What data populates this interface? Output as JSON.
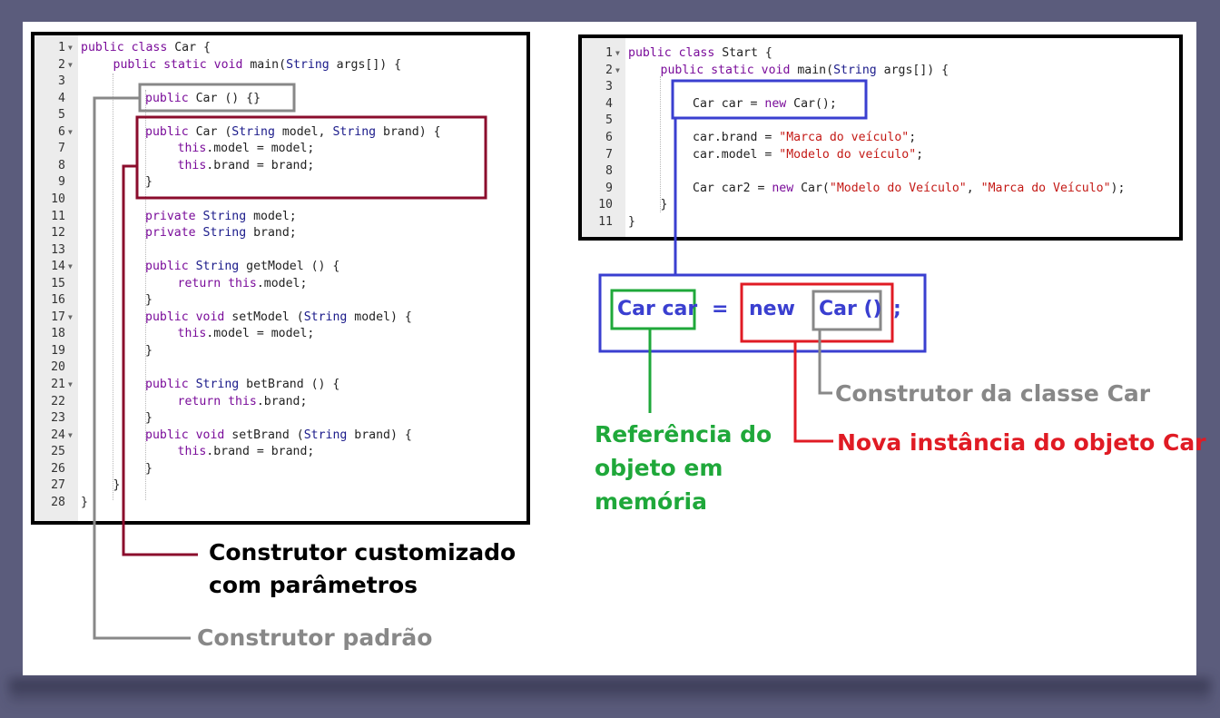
{
  "left_code": {
    "lines": [
      {
        "n": "1",
        "fold": "▼",
        "indent": 0,
        "parts": [
          [
            "kw",
            "public class "
          ],
          [
            "",
            "Car {"
          ]
        ]
      },
      {
        "n": "2",
        "fold": "▼",
        "indent": 1,
        "parts": [
          [
            "kw",
            "public static void "
          ],
          [
            "",
            "main("
          ],
          [
            "ty",
            "String "
          ],
          [
            "",
            "args[]) {"
          ]
        ]
      },
      {
        "n": "3",
        "fold": "",
        "indent": 0,
        "parts": []
      },
      {
        "n": "4",
        "fold": "",
        "indent": 2,
        "parts": [
          [
            "kw",
            "public "
          ],
          [
            "",
            "Car () {}"
          ]
        ]
      },
      {
        "n": "5",
        "fold": "",
        "indent": 0,
        "parts": []
      },
      {
        "n": "6",
        "fold": "▼",
        "indent": 2,
        "parts": [
          [
            "kw",
            "public "
          ],
          [
            "",
            "Car ("
          ],
          [
            "ty",
            "String "
          ],
          [
            "",
            "model, "
          ],
          [
            "ty",
            "String "
          ],
          [
            "",
            "brand) {"
          ]
        ]
      },
      {
        "n": "7",
        "fold": "",
        "indent": 3,
        "parts": [
          [
            "kw",
            "this"
          ],
          [
            "",
            ".model = model;"
          ]
        ]
      },
      {
        "n": "8",
        "fold": "",
        "indent": 3,
        "parts": [
          [
            "kw",
            "this"
          ],
          [
            "",
            ".brand = brand;"
          ]
        ]
      },
      {
        "n": "9",
        "fold": "",
        "indent": 2,
        "parts": [
          [
            "",
            "}"
          ]
        ]
      },
      {
        "n": "10",
        "fold": "",
        "indent": 0,
        "parts": []
      },
      {
        "n": "11",
        "fold": "",
        "indent": 2,
        "parts": [
          [
            "kw",
            "private "
          ],
          [
            "ty",
            "String "
          ],
          [
            "",
            "model;"
          ]
        ]
      },
      {
        "n": "12",
        "fold": "",
        "indent": 2,
        "parts": [
          [
            "kw",
            "private "
          ],
          [
            "ty",
            "String "
          ],
          [
            "",
            "brand;"
          ]
        ]
      },
      {
        "n": "13",
        "fold": "",
        "indent": 0,
        "parts": []
      },
      {
        "n": "14",
        "fold": "▼",
        "indent": 2,
        "parts": [
          [
            "kw",
            "public "
          ],
          [
            "ty",
            "String "
          ],
          [
            "",
            "getModel () {"
          ]
        ]
      },
      {
        "n": "15",
        "fold": "",
        "indent": 3,
        "parts": [
          [
            "kw",
            "return this"
          ],
          [
            "",
            ".model;"
          ]
        ]
      },
      {
        "n": "16",
        "fold": "",
        "indent": 2,
        "parts": [
          [
            "",
            "}"
          ]
        ]
      },
      {
        "n": "17",
        "fold": "▼",
        "indent": 2,
        "parts": [
          [
            "kw",
            "public void "
          ],
          [
            "",
            "setModel ("
          ],
          [
            "ty",
            "String "
          ],
          [
            "",
            "model) {"
          ]
        ]
      },
      {
        "n": "18",
        "fold": "",
        "indent": 3,
        "parts": [
          [
            "kw",
            "this"
          ],
          [
            "",
            ".model = model;"
          ]
        ]
      },
      {
        "n": "19",
        "fold": "",
        "indent": 2,
        "parts": [
          [
            "",
            "}"
          ]
        ]
      },
      {
        "n": "20",
        "fold": "",
        "indent": 0,
        "parts": []
      },
      {
        "n": "21",
        "fold": "▼",
        "indent": 2,
        "parts": [
          [
            "kw",
            "public "
          ],
          [
            "ty",
            "String "
          ],
          [
            "",
            "betBrand () {"
          ]
        ]
      },
      {
        "n": "22",
        "fold": "",
        "indent": 3,
        "parts": [
          [
            "kw",
            "return this"
          ],
          [
            "",
            ".brand;"
          ]
        ]
      },
      {
        "n": "23",
        "fold": "",
        "indent": 2,
        "parts": [
          [
            "",
            "}"
          ]
        ]
      },
      {
        "n": "24",
        "fold": "▼",
        "indent": 2,
        "parts": [
          [
            "kw",
            "public void "
          ],
          [
            "",
            "setBrand ("
          ],
          [
            "ty",
            "String "
          ],
          [
            "",
            "brand) {"
          ]
        ]
      },
      {
        "n": "25",
        "fold": "",
        "indent": 3,
        "parts": [
          [
            "kw",
            "this"
          ],
          [
            "",
            ".brand = brand;"
          ]
        ]
      },
      {
        "n": "26",
        "fold": "",
        "indent": 2,
        "parts": [
          [
            "",
            "}"
          ]
        ]
      },
      {
        "n": "27",
        "fold": "",
        "indent": 1,
        "parts": [
          [
            "",
            "}"
          ]
        ]
      },
      {
        "n": "28",
        "fold": "",
        "indent": 0,
        "parts": [
          [
            "",
            "}"
          ]
        ]
      }
    ]
  },
  "right_code": {
    "lines": [
      {
        "n": "1",
        "fold": "▼",
        "indent": 0,
        "parts": [
          [
            "kw",
            "public class "
          ],
          [
            "",
            "Start {"
          ]
        ]
      },
      {
        "n": "2",
        "fold": "▼",
        "indent": 1,
        "parts": [
          [
            "kw",
            "public static void "
          ],
          [
            "",
            "main("
          ],
          [
            "ty",
            "String "
          ],
          [
            "",
            "args[]) {"
          ]
        ]
      },
      {
        "n": "3",
        "fold": "",
        "indent": 0,
        "parts": []
      },
      {
        "n": "4",
        "fold": "",
        "indent": 2,
        "parts": [
          [
            "",
            "Car car = "
          ],
          [
            "kw",
            "new "
          ],
          [
            "",
            "Car();"
          ]
        ]
      },
      {
        "n": "5",
        "fold": "",
        "indent": 0,
        "parts": []
      },
      {
        "n": "6",
        "fold": "",
        "indent": 2,
        "parts": [
          [
            "",
            "car.brand = "
          ],
          [
            "str",
            "\"Marca do veículo\""
          ],
          [
            "",
            ";"
          ]
        ]
      },
      {
        "n": "7",
        "fold": "",
        "indent": 2,
        "parts": [
          [
            "",
            "car.model = "
          ],
          [
            "str",
            "\"Modelo do veículo\""
          ],
          [
            "",
            ";"
          ]
        ]
      },
      {
        "n": "8",
        "fold": "",
        "indent": 0,
        "parts": []
      },
      {
        "n": "9",
        "fold": "",
        "indent": 2,
        "parts": [
          [
            "",
            "Car car2 = "
          ],
          [
            "kw",
            "new "
          ],
          [
            "",
            "Car("
          ],
          [
            "str",
            "\"Modelo do Veículo\""
          ],
          [
            "",
            ", "
          ],
          [
            "str",
            "\"Marca do Veículo\""
          ],
          [
            "",
            ");"
          ]
        ]
      },
      {
        "n": "10",
        "fold": "",
        "indent": 1,
        "parts": [
          [
            "",
            "}"
          ]
        ]
      },
      {
        "n": "11",
        "fold": "",
        "indent": 0,
        "parts": [
          [
            "",
            "}"
          ]
        ]
      }
    ]
  },
  "expression": {
    "ref": "Car car",
    "equals": "=",
    "new_kw": "new",
    "ctor": "Car ()",
    "semicolon": ";"
  },
  "labels": {
    "custom_ctor_line1": "Construtor customizado",
    "custom_ctor_line2": "com parâmetros",
    "default_ctor": "Construtor padrão",
    "class_ctor": "Construtor da classe Car",
    "new_instance": "Nova instância do objeto Car",
    "ref_line1": "Referência do",
    "ref_line2": "objeto em",
    "ref_line3": "memória"
  },
  "colors": {
    "background": "#5b5c7c",
    "panel": "#ffffff",
    "keyword": "#7a0c9a",
    "string": "#c41a16",
    "blue": "#3a3fd0",
    "dark_red": "#8b0c2c",
    "gray": "#888888",
    "green": "#1fa83a",
    "red": "#e01b24"
  }
}
